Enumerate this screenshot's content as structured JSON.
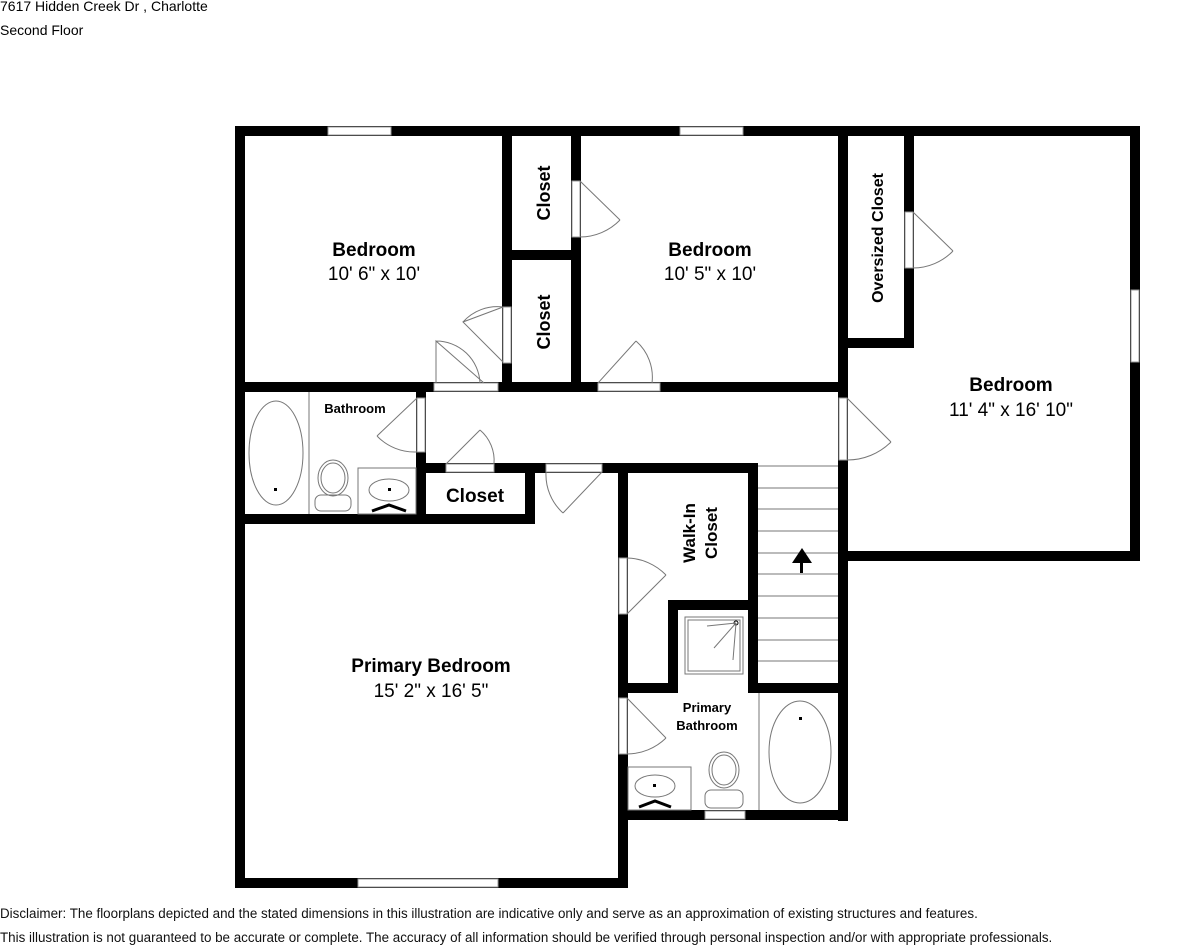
{
  "header": {
    "address": "7617 Hidden Creek Dr , Charlotte",
    "floor": "Second Floor"
  },
  "rooms": {
    "bedroom_1": {
      "name": "Bedroom",
      "dimensions": "10' 6\" x 10'"
    },
    "bedroom_2": {
      "name": "Bedroom",
      "dimensions": "10' 5\" x 10'"
    },
    "bedroom_3": {
      "name": "Bedroom",
      "dimensions": "11' 4\" x 16' 10\""
    },
    "primary_bedroom": {
      "name": "Primary Bedroom",
      "dimensions": "15' 2\" x 16' 5\""
    },
    "closet_upper": {
      "name": "Closet"
    },
    "closet_lower": {
      "name": "Closet"
    },
    "oversized_closet": {
      "name": "Oversized Closet"
    },
    "bathroom": {
      "name": "Bathroom"
    },
    "hall_closet": {
      "name": "Closet"
    },
    "walk_in_closet": {
      "line1": "Walk-In",
      "line2": "Closet"
    },
    "primary_bathroom": {
      "line1": "Primary",
      "line2": "Bathroom"
    }
  },
  "disclaimer": {
    "line1": "Disclaimer: The floorplans depicted and the stated dimensions in this illustration are indicative only and serve as an approximation of existing structures and features.",
    "line2": "This illustration is not guaranteed to be accurate or complete. The accuracy of all information should be verified through personal inspection and/or with appropriate professionals."
  },
  "colors": {
    "wall": "#000000",
    "background": "#ffffff",
    "fixture_line": "#777777"
  }
}
